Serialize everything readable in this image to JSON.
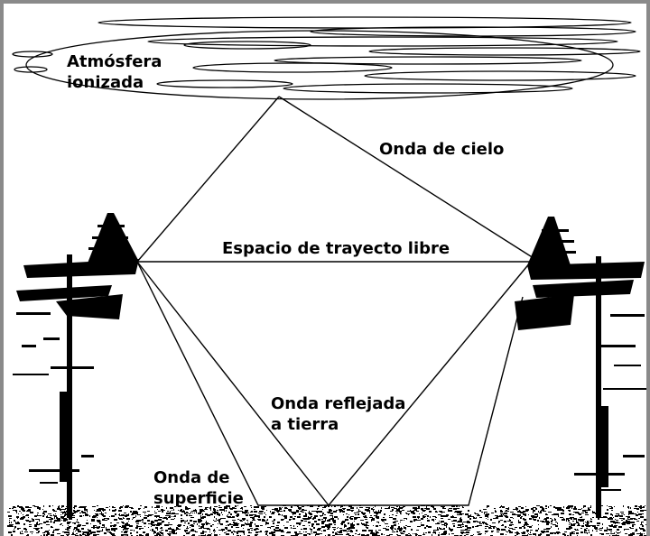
{
  "diagram": {
    "labels": {
      "atmosphere_line1": "Atmósfera",
      "atmosphere_line2": "ionizada",
      "sky_wave": "Onda de cielo",
      "free_space": "Espacio de trayecto libre",
      "reflected_line1": "Onda reflejada",
      "reflected_line2": "a tierra",
      "surface_line1": "Onda de",
      "surface_line2": "superficie"
    }
  },
  "colors": {
    "ink": "#000000",
    "background": "#ffffff",
    "frame": "#8a8a8a"
  },
  "icons": {
    "left_tower": "transmission-tower-icon",
    "right_tower": "transmission-tower-icon",
    "ground": "ground-texture"
  }
}
